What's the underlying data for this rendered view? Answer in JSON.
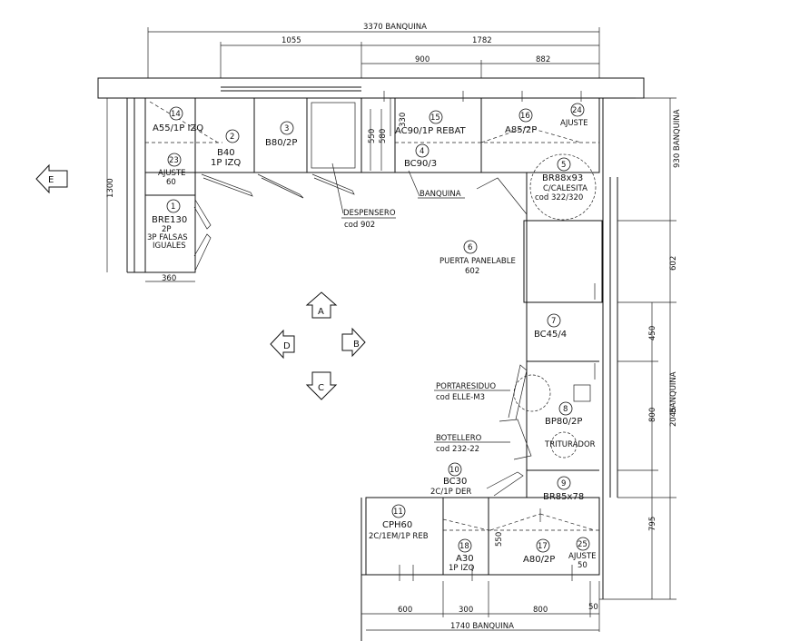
{
  "dimensions": {
    "total_top": "3370  BANQUINA",
    "top_left": "1055",
    "top_right": "1782",
    "top_900": "900",
    "top_882": "882",
    "left_1300": "1300",
    "bottom_360": "360",
    "right_930": "930  BANQUINA",
    "right_602": "602",
    "right_450": "450",
    "right_800": "800",
    "right_2045": "2045",
    "right_banquina": "BANQUINA",
    "right_795": "795",
    "bottom_600": "600",
    "bottom_300": "300",
    "bottom_800": "800",
    "bottom_50": "50",
    "bottom_total": "1740  BANQUINA",
    "inner_550a": "550",
    "inner_580": "580",
    "inner_330": "330",
    "inner_550b": "550"
  },
  "modules": {
    "m14": {
      "num": "14",
      "code": "A55/1P  IZQ"
    },
    "m2": {
      "num": "2",
      "code": "B40",
      "sub": "1P  IZQ"
    },
    "m3": {
      "num": "3",
      "code": "B80/2P"
    },
    "m15": {
      "num": "15",
      "code": "AC90/1P  REBAT"
    },
    "m4": {
      "num": "4",
      "code": "BC90/3"
    },
    "m16": {
      "num": "16",
      "code": "A85/2P"
    },
    "m24": {
      "num": "24",
      "code": "AJUSTE"
    },
    "m5": {
      "num": "5",
      "code": "BR88x93",
      "sub": "C/CALESITA",
      "sub2": "cod  322/320"
    },
    "m23": {
      "num": "23",
      "code": "AJUSTE",
      "sub": "60"
    },
    "m1": {
      "num": "1",
      "code": "BRE130",
      "sub": "2P",
      "sub2": "3P  FALSAS",
      "sub3": "IGUALES"
    },
    "m6": {
      "num": "6",
      "code": "PUERTA  PANELABLE",
      "sub": "602"
    },
    "m7": {
      "num": "7",
      "code": "BC45/4"
    },
    "m8": {
      "num": "8",
      "code": "BP80/2P",
      "sub": "TRITURADOR"
    },
    "m9": {
      "num": "9",
      "code": "BR85x78"
    },
    "m10": {
      "num": "10",
      "code": "BC30",
      "sub": "2C/1P  DER"
    },
    "m11": {
      "num": "11",
      "code": "CPH60",
      "sub": "2C/1EM/1P  REB"
    },
    "m18": {
      "num": "18",
      "code": "A30",
      "sub": "1P  IZQ"
    },
    "m17": {
      "num": "17",
      "code": "A80/2P"
    },
    "m25": {
      "num": "25",
      "code": "AJUSTE",
      "sub": "50"
    }
  },
  "notes": {
    "despensero": "DESPENSERO",
    "despensero_cod": "cod  902",
    "banquina": "BANQUINA",
    "portaresiduo": "PORTARESIDUO",
    "portaresiduo_cod": "cod  ELLE-M3",
    "botellero": "BOTELLERO",
    "botellero_cod": "cod  232-22"
  },
  "views": {
    "a": "A",
    "b": "B",
    "c": "C",
    "d": "D",
    "e": "E"
  }
}
